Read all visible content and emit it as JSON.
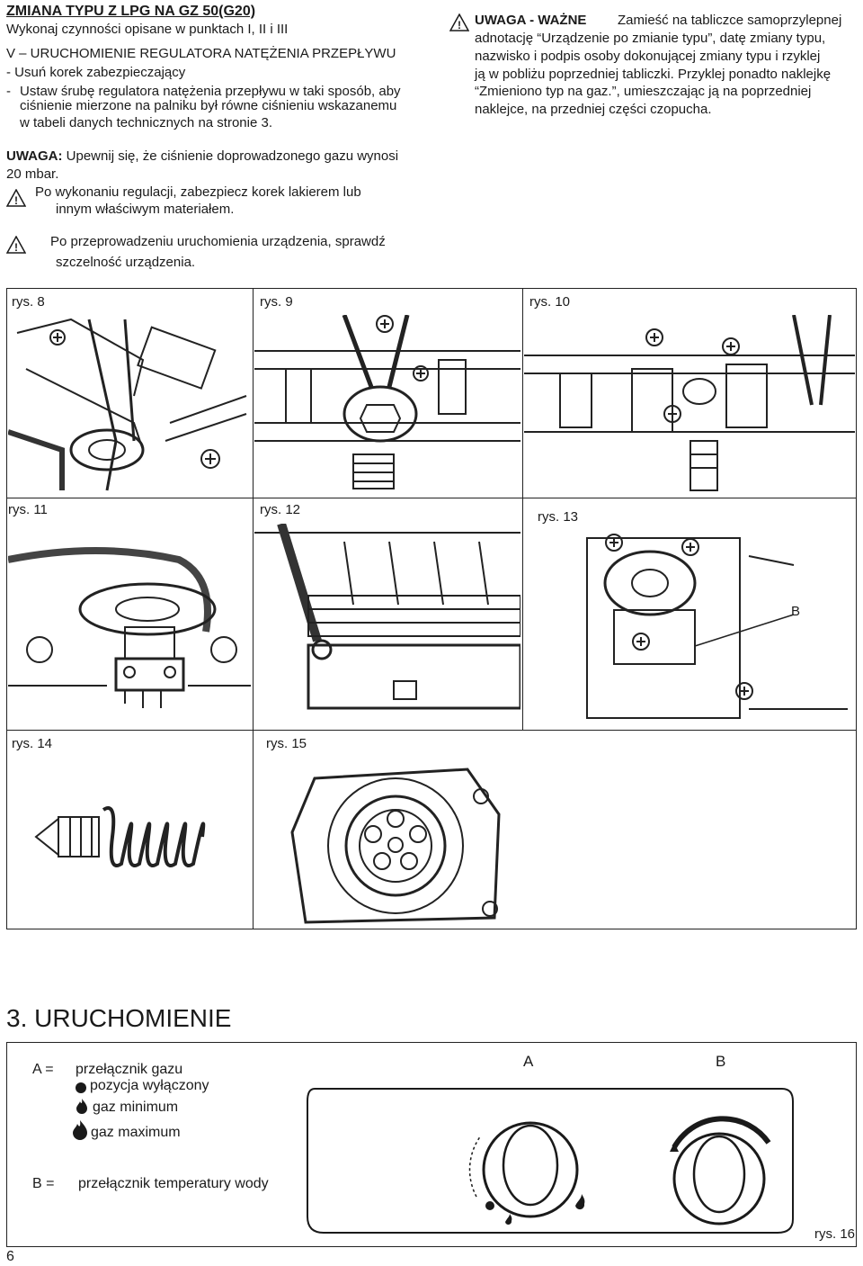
{
  "header": {
    "title": "ZMIANA TYPU Z LPG NA GZ 50(G20)",
    "subtitle": "Wykonaj czynności opisane w punktach I, II i III"
  },
  "section_v": {
    "heading": "V – URUCHOMIENIE REGULATORA NATĘŻENIA PRZEPŁYWU",
    "item1": "- Usuń korek zabezpieczający",
    "item2_dash": "-",
    "item2_lines": [
      "Ustaw śrubę regulatora natężenia przepływu w taki sposób, aby",
      "ciśnienie mierzone na palniku był równe ciśnieniu wskazanemu",
      "w tabeli danych technicznych na stronie 3."
    ]
  },
  "warning_box": {
    "label": "UWAGA - WAŻNE",
    "lines": [
      "Zamieść na tabliczce samoprzylepnej",
      "adnotację “Urządzenie po zmianie typu”, datę zmiany typu,",
      "nazwisko i podpis osoby dokonującej zmiany typu i rzyklej",
      "ją w pobliżu poprzedniej tabliczki. Przyklej ponadto naklejkę",
      "“Zmieniono typ na gaz.”, umieszczając ją na poprzedniej",
      "naklejce, na przedniej części czopucha."
    ]
  },
  "note": {
    "label": "UWAGA:",
    "line1": " Upewnij się, że ciśnienie doprowadzonego gazu wynosi",
    "line2": "20 mbar.",
    "line3": "Po wykonaniu regulacji, zabezpiecz korek lakierem lub",
    "line4": "innym właściwym materiałem."
  },
  "warning2": {
    "line1": "Po przeprowadzeniu uruchomienia urządzenia, sprawdź",
    "line2": "szczelność urządzenia."
  },
  "figures": {
    "rys8": "rys. 8",
    "rys9": "rys. 9",
    "rys10": "rys. 10",
    "rys11": "rys. 11",
    "rys12": "rys. 12",
    "rys13": "rys. 13",
    "rys13_marker": "B",
    "rys14": "rys. 14",
    "rys15": "rys. 15"
  },
  "section3": {
    "title": "3. URUCHOMIENIE"
  },
  "panel": {
    "a_key": "A =",
    "a_desc": "przełącznik gazu",
    "opt_off": "pozycja wyłączony",
    "opt_min": "gaz minimum",
    "opt_max": "gaz maximum",
    "b_key": "B =",
    "b_desc": "przełącznik temperatury wody",
    "knob_a": "A",
    "knob_b": "B",
    "fig": "rys. 16"
  },
  "page_number": "6"
}
